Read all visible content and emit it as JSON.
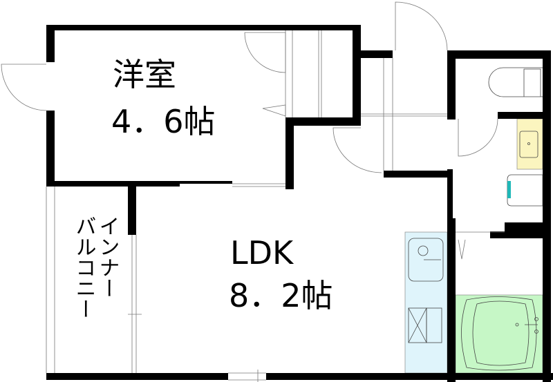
{
  "rooms": {
    "western_room": {
      "name": "洋室",
      "size": "4．6帖"
    },
    "ldk": {
      "name": "LDK",
      "size": "8．2帖"
    },
    "balcony": {
      "line1": "インナー",
      "line2": "バルコニー"
    }
  },
  "colors": {
    "wall": "#000000",
    "kitchen": "#dff4fb",
    "bath": "#c6f7c6",
    "washbasin": "#fbf5bf",
    "washer_accent": "#1fb8b8"
  }
}
